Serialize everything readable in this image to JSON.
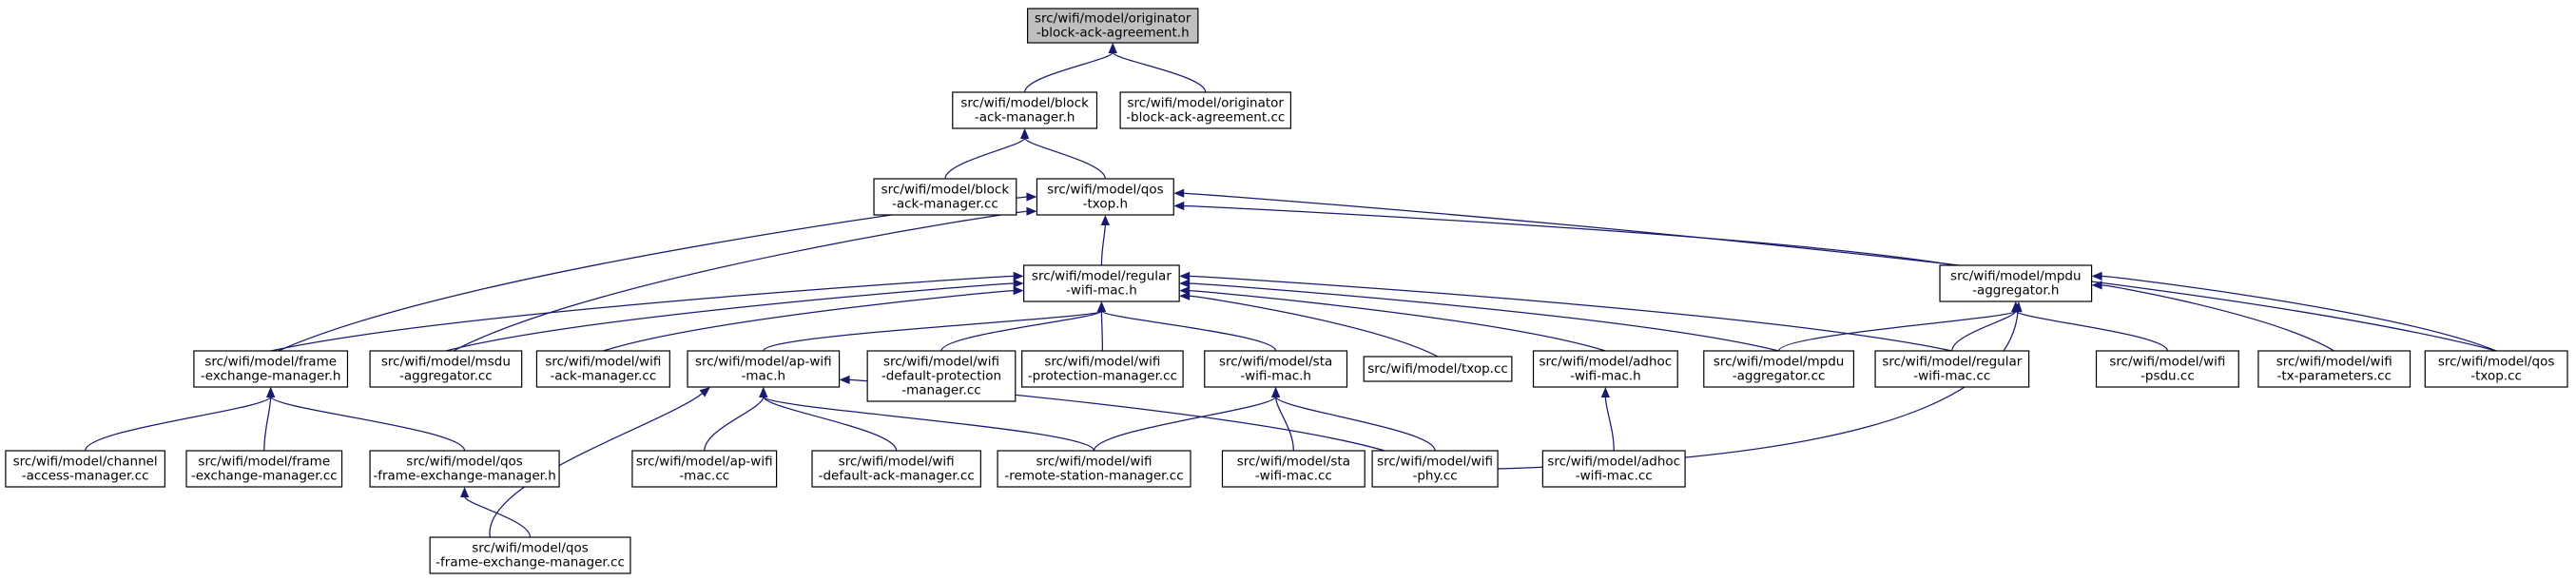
{
  "nodes": [
    {
      "id": "root",
      "lines": [
        "src/wifi/model/originator",
        "-block-ack-agreement.h"
      ],
      "root": true
    },
    {
      "id": "block_ack_manager_h",
      "lines": [
        "src/wifi/model/block",
        "-ack-manager.h"
      ]
    },
    {
      "id": "originator_block_ack_agreement_cc",
      "lines": [
        "src/wifi/model/originator",
        "-block-ack-agreement.cc"
      ]
    },
    {
      "id": "block_ack_manager_cc",
      "lines": [
        "src/wifi/model/block",
        "-ack-manager.cc"
      ]
    },
    {
      "id": "qos_txop_h",
      "lines": [
        "src/wifi/model/qos",
        "-txop.h"
      ]
    },
    {
      "id": "regular_wifi_mac_h",
      "lines": [
        "src/wifi/model/regular",
        "-wifi-mac.h"
      ]
    },
    {
      "id": "mpdu_aggregator_h",
      "lines": [
        "src/wifi/model/mpdu",
        "-aggregator.h"
      ]
    },
    {
      "id": "frame_exchange_manager_h",
      "lines": [
        "src/wifi/model/frame",
        "-exchange-manager.h"
      ]
    },
    {
      "id": "msdu_aggregator_cc",
      "lines": [
        "src/wifi/model/msdu",
        "-aggregator.cc"
      ]
    },
    {
      "id": "wifi_ack_manager_cc",
      "lines": [
        "src/wifi/model/wifi",
        "-ack-manager.cc"
      ]
    },
    {
      "id": "ap_wifi_mac_h",
      "lines": [
        "src/wifi/model/ap-wifi",
        "-mac.h"
      ]
    },
    {
      "id": "wifi_default_protection_manager_cc",
      "lines": [
        "src/wifi/model/wifi",
        "-default-protection",
        "-manager.cc"
      ]
    },
    {
      "id": "wifi_protection_manager_cc",
      "lines": [
        "src/wifi/model/wifi",
        "-protection-manager.cc"
      ]
    },
    {
      "id": "sta_wifi_mac_h",
      "lines": [
        "src/wifi/model/sta",
        "-wifi-mac.h"
      ]
    },
    {
      "id": "txop_cc",
      "lines": [
        "src/wifi/model/txop.cc"
      ]
    },
    {
      "id": "adhoc_wifi_mac_h",
      "lines": [
        "src/wifi/model/adhoc",
        "-wifi-mac.h"
      ]
    },
    {
      "id": "mpdu_aggregator_cc",
      "lines": [
        "src/wifi/model/mpdu",
        "-aggregator.cc"
      ]
    },
    {
      "id": "regular_wifi_mac_cc",
      "lines": [
        "src/wifi/model/regular",
        "-wifi-mac.cc"
      ]
    },
    {
      "id": "wifi_psdu_cc",
      "lines": [
        "src/wifi/model/wifi",
        "-psdu.cc"
      ]
    },
    {
      "id": "wifi_tx_parameters_cc",
      "lines": [
        "src/wifi/model/wifi",
        "-tx-parameters.cc"
      ]
    },
    {
      "id": "qos_txop_cc",
      "lines": [
        "src/wifi/model/qos",
        "-txop.cc"
      ]
    },
    {
      "id": "channel_access_manager_cc",
      "lines": [
        "src/wifi/model/channel",
        "-access-manager.cc"
      ]
    },
    {
      "id": "frame_exchange_manager_cc",
      "lines": [
        "src/wifi/model/frame",
        "-exchange-manager.cc"
      ]
    },
    {
      "id": "qos_frame_exchange_manager_h",
      "lines": [
        "src/wifi/model/qos",
        "-frame-exchange-manager.h"
      ]
    },
    {
      "id": "ap_wifi_mac_cc",
      "lines": [
        "src/wifi/model/ap-wifi",
        "-mac.cc"
      ]
    },
    {
      "id": "wifi_default_ack_manager_cc",
      "lines": [
        "src/wifi/model/wifi",
        "-default-ack-manager.cc"
      ]
    },
    {
      "id": "wifi_remote_station_manager_cc",
      "lines": [
        "src/wifi/model/wifi",
        "-remote-station-manager.cc"
      ]
    },
    {
      "id": "sta_wifi_mac_cc",
      "lines": [
        "src/wifi/model/sta",
        "-wifi-mac.cc"
      ]
    },
    {
      "id": "wifi_phy_cc",
      "lines": [
        "src/wifi/model/wifi",
        "-phy.cc"
      ]
    },
    {
      "id": "adhoc_wifi_mac_cc",
      "lines": [
        "src/wifi/model/adhoc",
        "-wifi-mac.cc"
      ]
    },
    {
      "id": "qos_frame_exchange_manager_cc",
      "lines": [
        "src/wifi/model/qos",
        "-frame-exchange-manager.cc"
      ]
    }
  ],
  "edges": [
    {
      "from": "block_ack_manager_h",
      "to": "root"
    },
    {
      "from": "originator_block_ack_agreement_cc",
      "to": "root"
    },
    {
      "from": "block_ack_manager_cc",
      "to": "block_ack_manager_h"
    },
    {
      "from": "qos_txop_h",
      "to": "block_ack_manager_h"
    },
    {
      "from": "regular_wifi_mac_h",
      "to": "qos_txop_h"
    },
    {
      "from": "mpdu_aggregator_h",
      "to": "qos_txop_h"
    },
    {
      "from": "frame_exchange_manager_h",
      "to": "qos_txop_h"
    },
    {
      "from": "msdu_aggregator_cc",
      "to": "qos_txop_h"
    },
    {
      "from": "qos_txop_cc",
      "to": "qos_txop_h"
    },
    {
      "from": "frame_exchange_manager_h",
      "to": "regular_wifi_mac_h"
    },
    {
      "from": "msdu_aggregator_cc",
      "to": "regular_wifi_mac_h"
    },
    {
      "from": "wifi_ack_manager_cc",
      "to": "regular_wifi_mac_h"
    },
    {
      "from": "ap_wifi_mac_h",
      "to": "regular_wifi_mac_h"
    },
    {
      "from": "wifi_default_protection_manager_cc",
      "to": "regular_wifi_mac_h"
    },
    {
      "from": "wifi_protection_manager_cc",
      "to": "regular_wifi_mac_h"
    },
    {
      "from": "sta_wifi_mac_h",
      "to": "regular_wifi_mac_h"
    },
    {
      "from": "txop_cc",
      "to": "regular_wifi_mac_h"
    },
    {
      "from": "adhoc_wifi_mac_h",
      "to": "regular_wifi_mac_h"
    },
    {
      "from": "mpdu_aggregator_cc",
      "to": "regular_wifi_mac_h"
    },
    {
      "from": "regular_wifi_mac_cc",
      "to": "regular_wifi_mac_h"
    },
    {
      "from": "mpdu_aggregator_cc",
      "to": "mpdu_aggregator_h"
    },
    {
      "from": "regular_wifi_mac_cc",
      "to": "mpdu_aggregator_h"
    },
    {
      "from": "wifi_psdu_cc",
      "to": "mpdu_aggregator_h"
    },
    {
      "from": "wifi_tx_parameters_cc",
      "to": "mpdu_aggregator_h"
    },
    {
      "from": "qos_txop_cc",
      "to": "mpdu_aggregator_h"
    },
    {
      "from": "wifi_phy_cc",
      "to": "mpdu_aggregator_h"
    },
    {
      "from": "channel_access_manager_cc",
      "to": "frame_exchange_manager_h"
    },
    {
      "from": "frame_exchange_manager_cc",
      "to": "frame_exchange_manager_h"
    },
    {
      "from": "qos_frame_exchange_manager_h",
      "to": "frame_exchange_manager_h"
    },
    {
      "from": "qos_frame_exchange_manager_cc",
      "to": "qos_frame_exchange_manager_h"
    },
    {
      "from": "ap_wifi_mac_cc",
      "to": "ap_wifi_mac_h"
    },
    {
      "from": "wifi_default_ack_manager_cc",
      "to": "ap_wifi_mac_h"
    },
    {
      "from": "wifi_remote_station_manager_cc",
      "to": "ap_wifi_mac_h"
    },
    {
      "from": "wifi_phy_cc",
      "to": "ap_wifi_mac_h"
    },
    {
      "from": "qos_frame_exchange_manager_cc",
      "to": "ap_wifi_mac_h"
    },
    {
      "from": "wifi_remote_station_manager_cc",
      "to": "sta_wifi_mac_h"
    },
    {
      "from": "sta_wifi_mac_cc",
      "to": "sta_wifi_mac_h"
    },
    {
      "from": "wifi_phy_cc",
      "to": "sta_wifi_mac_h"
    },
    {
      "from": "adhoc_wifi_mac_cc",
      "to": "adhoc_wifi_mac_h"
    }
  ],
  "colors": {
    "edge": "#191970",
    "root_fill": "#bfbfbf",
    "node_fill": "#ffffff",
    "border": "#000000"
  }
}
